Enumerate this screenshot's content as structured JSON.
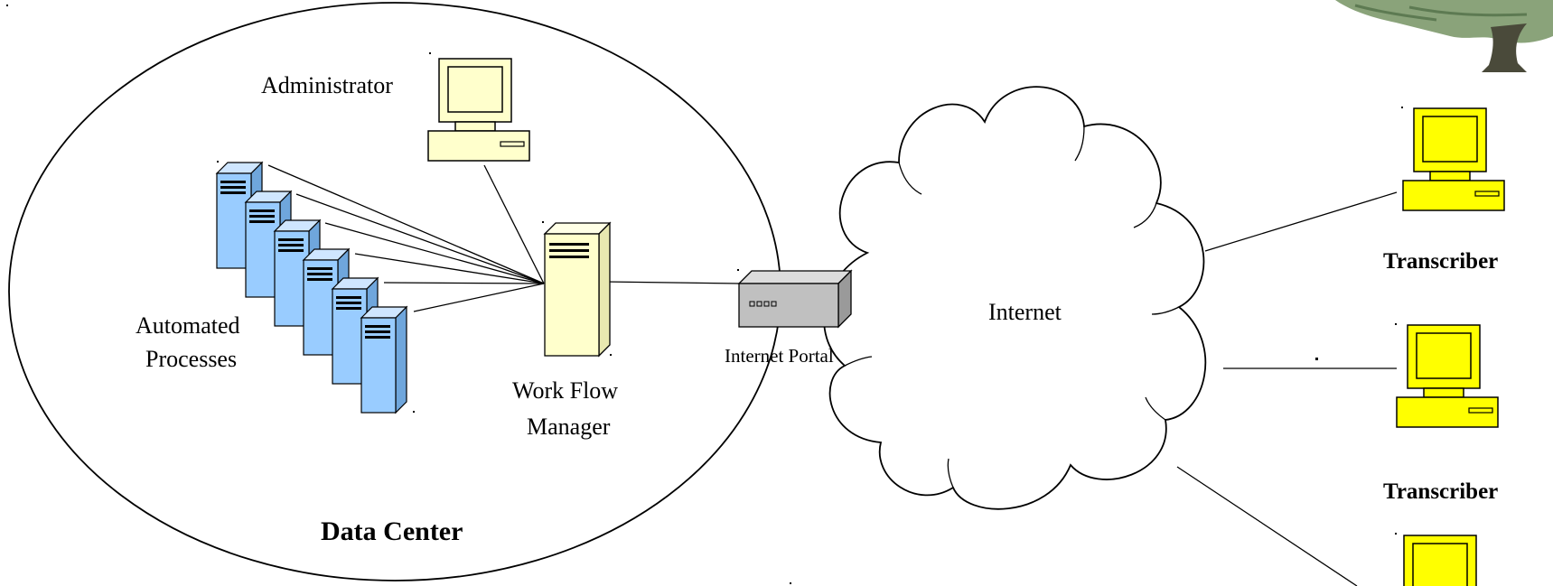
{
  "labels": {
    "administrator": "Administrator",
    "automated_line1": "Automated",
    "automated_line2": "Processes",
    "workflow_line1": "Work Flow",
    "workflow_line2": "Manager",
    "data_center": "Data Center",
    "internet_portal": "Internet Portal",
    "internet": "Internet",
    "transcriber_1": "Transcriber",
    "transcriber_2": "Transcriber"
  },
  "colors": {
    "server_blue": "#99ccff",
    "server_cream": "#ffffcc",
    "admin_pc": "#ffffcc",
    "transcriber_pc": "#ffff00",
    "portal_gray": "#c0c0c0",
    "tree_foliage": "#8aa37a",
    "tree_trunk": "#4a4a3a"
  },
  "icons": [
    "tree-icon",
    "desktop-computer-icon",
    "server-tower-icon",
    "network-hub-icon",
    "cloud-icon"
  ]
}
